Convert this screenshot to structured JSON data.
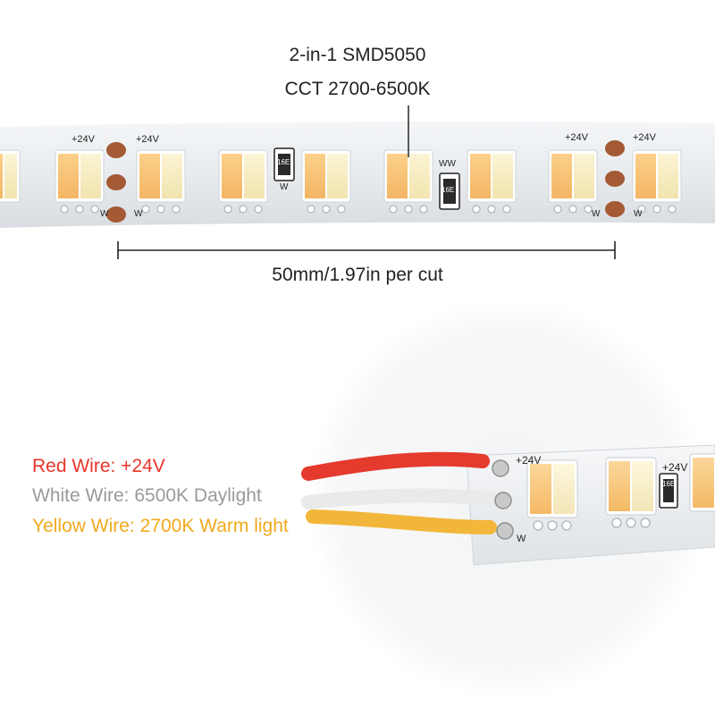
{
  "spec": {
    "line1": "2-in-1 SMD5050",
    "line2": "CCT 2700-6500K"
  },
  "cut_label": "50mm/1.97in per cut",
  "strip": {
    "voltage_marking": "+24V",
    "ww_marking": "WW",
    "w_marking": "W",
    "resistor_marking": "16E"
  },
  "wires": [
    {
      "label": "Red Wire: +24V",
      "color": "#e8352b"
    },
    {
      "label": "White Wire: 6500K Daylight",
      "color": "#9a9a9a"
    },
    {
      "label": "Yellow Wire: 2700K Warm light",
      "color": "#f0a91c"
    }
  ],
  "colors": {
    "pcb": "#e9ecef",
    "pad": "#a0522d",
    "warm_led": "#f6c27a",
    "cool_led": "#f7efc8",
    "red_wire": "#e8352b",
    "white_wire": "#f2f2f2",
    "yellow_wire": "#f2b63a"
  }
}
